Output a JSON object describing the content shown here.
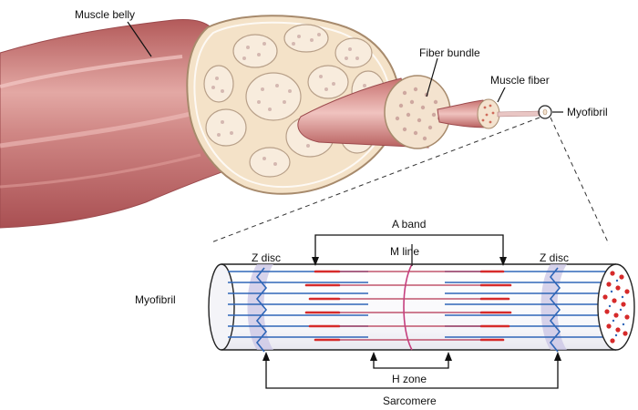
{
  "labels": {
    "muscle_belly": "Muscle belly",
    "fiber_bundle": "Fiber bundle",
    "muscle_fiber": "Muscle fiber",
    "myofibril_top": "Myofibril",
    "myofibril_left": "Myofibril",
    "z_disc_left": "Z disc",
    "z_disc_right": "Z disc",
    "a_band": "A band",
    "m_line": "M line",
    "h_zone": "H zone",
    "sarcomere": "Sarcomere"
  },
  "colors": {
    "muscle": "#c97b7b",
    "muscle_light": "#e8b5b2",
    "cross_section": "#f2dcc0",
    "fascicle_fill": "#f7eadc",
    "fascicle_border": "#b89f88",
    "myofibril_body": "#ffffff",
    "thin_filament": "#2f66b8",
    "thick_filament": "#d62a2a",
    "z_disc": "#b9b3d9",
    "m_line": "#c53f7e",
    "dots": "#c0392b"
  }
}
